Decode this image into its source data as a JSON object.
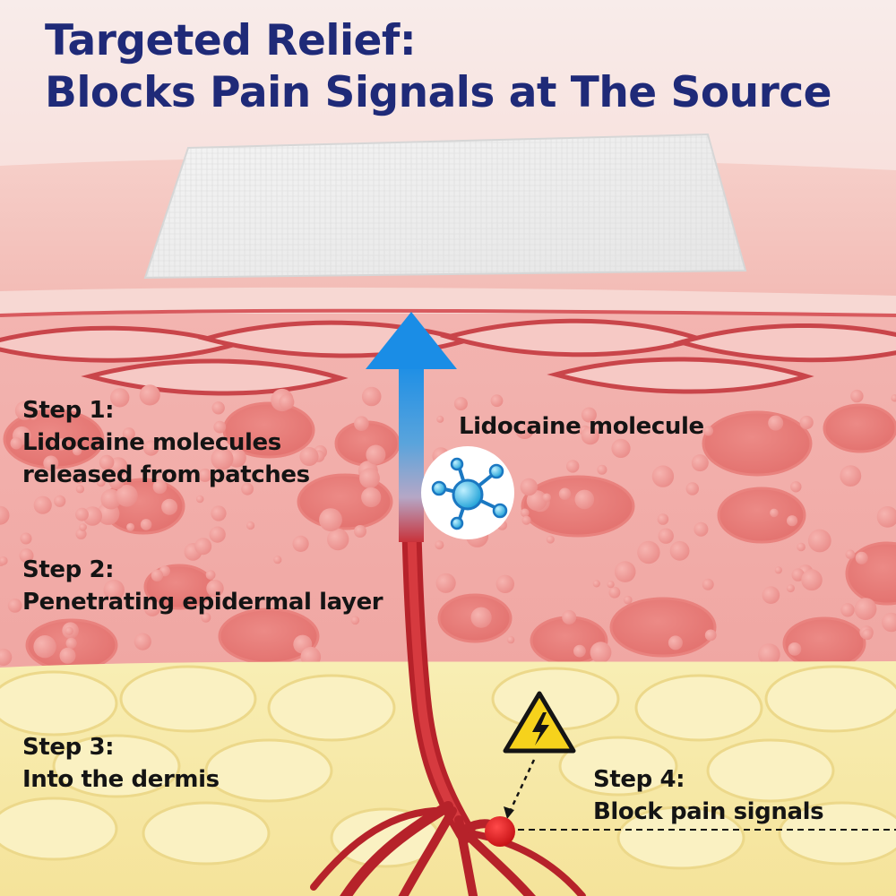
{
  "title": {
    "line1": "Targeted Relief:",
    "line2": "Blocks Pain Signals at The Source"
  },
  "molecule_label": "Lidocaine molecule",
  "steps": [
    {
      "heading": "Step 1:",
      "text1": "Lidocaine molecules",
      "text2": "released from patches"
    },
    {
      "heading": "Step 2:",
      "text1": "Penetrating epidermal layer"
    },
    {
      "heading": "Step 3:",
      "text1": "Into the dermis"
    },
    {
      "heading": "Step 4:",
      "text1": "Block pain signals"
    }
  ],
  "icons": {
    "molecule": "molecule-icon",
    "warning": "lightning-warning-icon"
  },
  "colors": {
    "title": "#1f2a78",
    "arrow_top": "#1e90e8",
    "nerve": "#c0272d",
    "pain_point": "#d81818",
    "warning_fill": "#f6d21c",
    "fat_layer": "#f7eaa8",
    "epidermis": "#f1aaa6"
  }
}
